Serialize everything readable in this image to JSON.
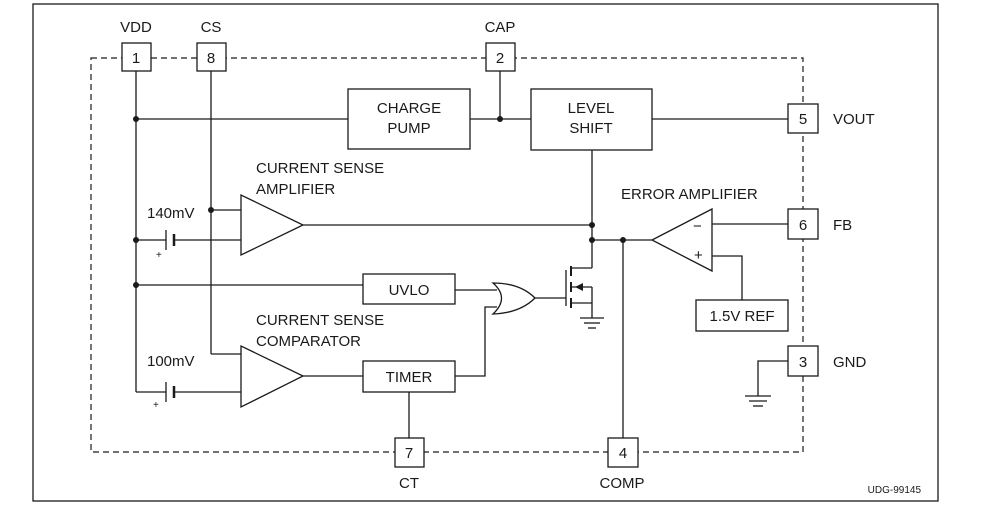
{
  "pins": {
    "vdd": {
      "number": "1",
      "name": "VDD"
    },
    "cs": {
      "number": "8",
      "name": "CS"
    },
    "cap": {
      "number": "2",
      "name": "CAP"
    },
    "vout": {
      "number": "5",
      "name": "VOUT"
    },
    "fb": {
      "number": "6",
      "name": "FB"
    },
    "gnd": {
      "number": "3",
      "name": "GND"
    },
    "ct": {
      "number": "7",
      "name": "CT"
    },
    "comp": {
      "number": "4",
      "name": "COMP"
    }
  },
  "blocks": {
    "charge_pump": [
      "CHARGE",
      "PUMP"
    ],
    "level_shift": [
      "LEVEL",
      "SHIFT"
    ],
    "uvlo": "UVLO",
    "timer": "TIMER",
    "ref": "1.5V REF"
  },
  "labels": {
    "cs_amplifier": [
      "CURRENT SENSE",
      "AMPLIFIER"
    ],
    "cs_comparator": [
      "CURRENT SENSE",
      "COMPARATOR"
    ],
    "error_amplifier": "ERROR AMPLIFIER",
    "v140": "140mV",
    "v100": "100mV",
    "plus": "+",
    "minus": "−",
    "doc_id": "UDG-99145"
  }
}
